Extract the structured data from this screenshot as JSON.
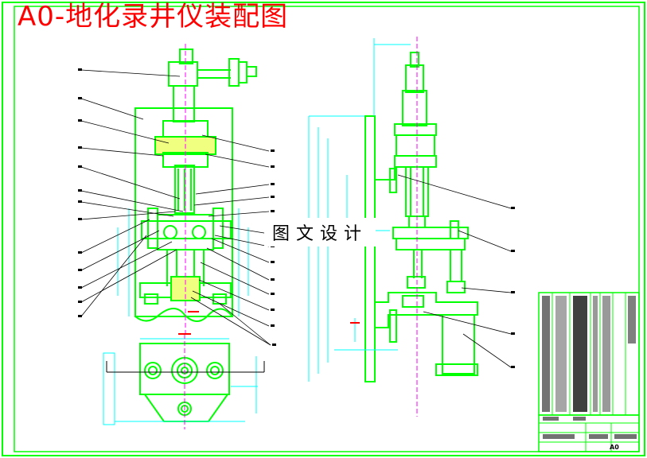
{
  "drawing": {
    "title": "A0-地化录井仪装配图",
    "watermark": "图文设计",
    "sheet_size": "A0",
    "colors": {
      "frame": "#00ff00",
      "parts": "#00ff00",
      "leaders": "#000000",
      "title_text": "#ff0000",
      "centerlines": "#ff00ff",
      "dimensions": "#00ffff"
    }
  }
}
